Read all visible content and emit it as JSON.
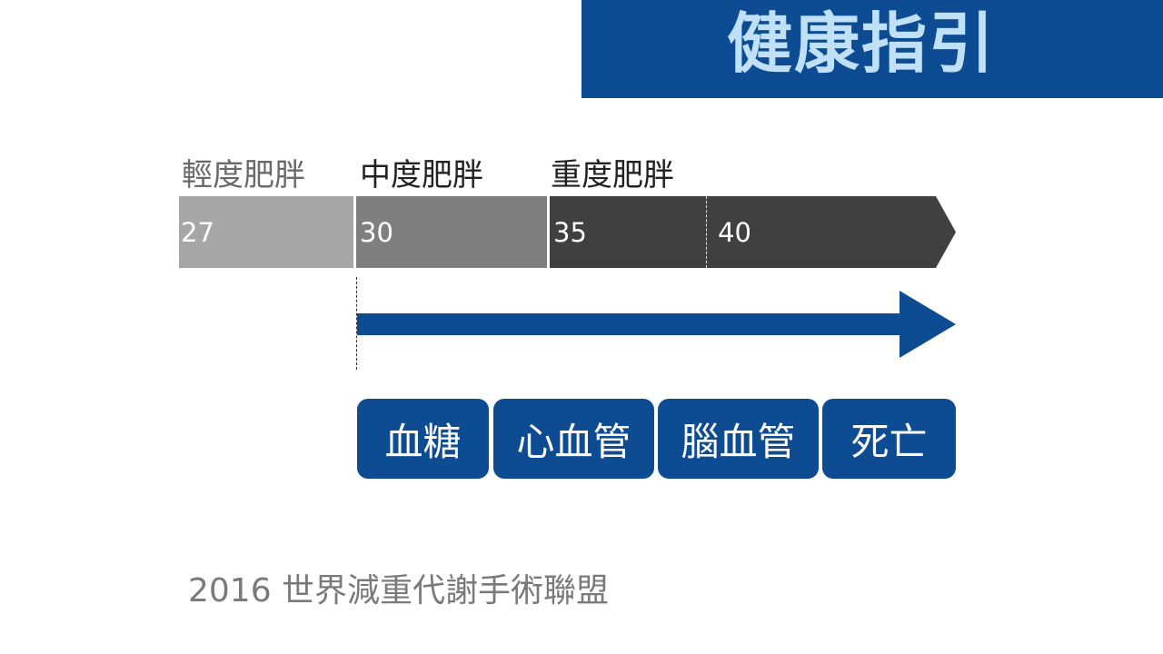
{
  "title": "健康指引",
  "categories": {
    "light": "輕度肥胖",
    "moderate": "中度肥胖",
    "severe": "重度肥胖"
  },
  "bmi_ticks": [
    "27",
    "30",
    "35",
    "40"
  ],
  "diseases": [
    "血糖",
    "心血管",
    "腦血管",
    "死亡"
  ],
  "source": "2016 世界減重代謝手術聯盟",
  "colors": {
    "brand_blue": "#0d4b93",
    "title_text": "#bfe0f7",
    "light_gray": "#a6a6a6",
    "mid_gray": "#7f7f7f",
    "dark_gray": "#404040"
  }
}
